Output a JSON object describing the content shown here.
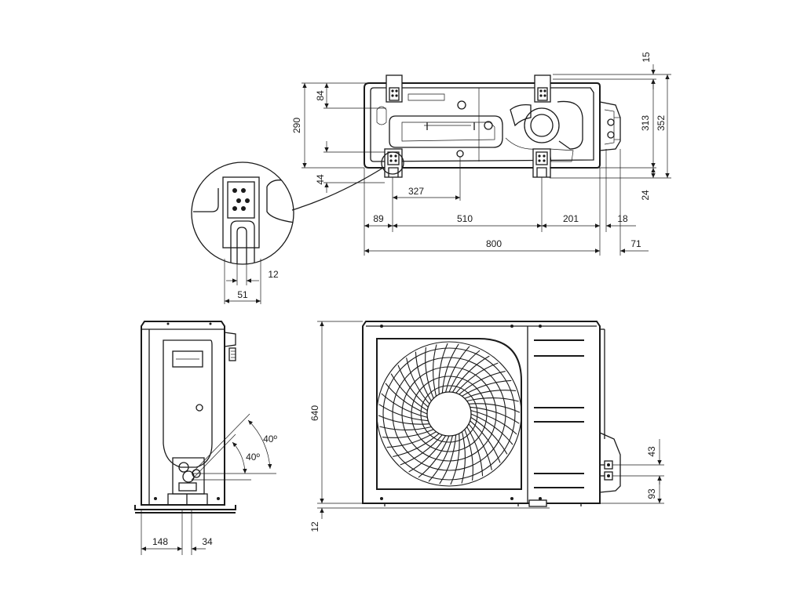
{
  "drawing": {
    "top_view": {
      "dims": {
        "d15": "15",
        "d84": "84",
        "d290": "290",
        "d313": "313",
        "d352": "352",
        "d44": "44",
        "d24": "24",
        "d327": "327",
        "d89": "89",
        "d510": "510",
        "d201": "201",
        "d18": "18",
        "d800": "800",
        "d71": "71"
      }
    },
    "detail_view": {
      "dims": {
        "d12": "12",
        "d51": "51"
      }
    },
    "side_view": {
      "dims": {
        "a1": "40º",
        "a2": "40º",
        "d148": "148",
        "d34": "34"
      }
    },
    "front_view": {
      "dims": {
        "d640": "640",
        "d12": "12",
        "d43": "43",
        "d93": "93"
      }
    }
  }
}
